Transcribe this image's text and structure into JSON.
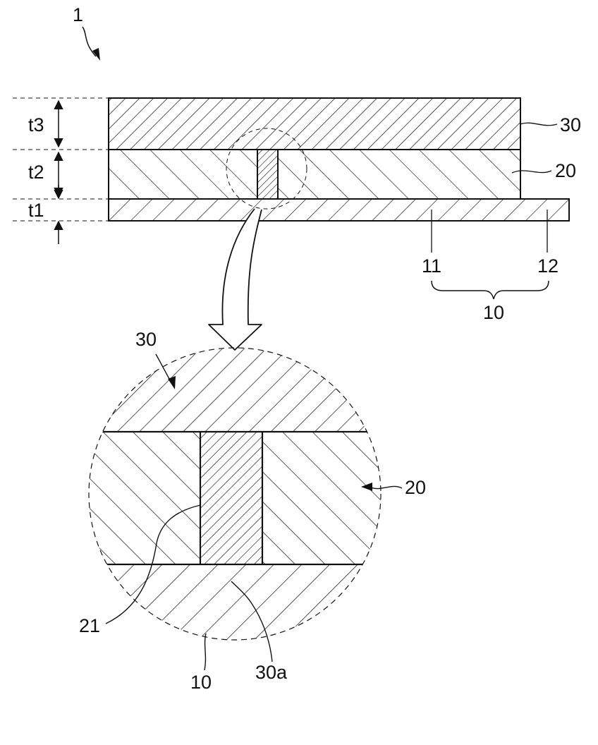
{
  "figure": {
    "ref_main": "1",
    "thickness_labels": [
      "t3",
      "t2",
      "t1"
    ],
    "labels": {
      "layer_30": "30",
      "layer_20": "20",
      "part_11": "11",
      "part_12": "12",
      "substrate_10": "10",
      "detail_30": "30",
      "detail_20": "20",
      "detail_21": "21",
      "detail_10": "10",
      "detail_30a": "30a"
    },
    "colors": {
      "line": "#111111",
      "background": "#ffffff"
    }
  }
}
